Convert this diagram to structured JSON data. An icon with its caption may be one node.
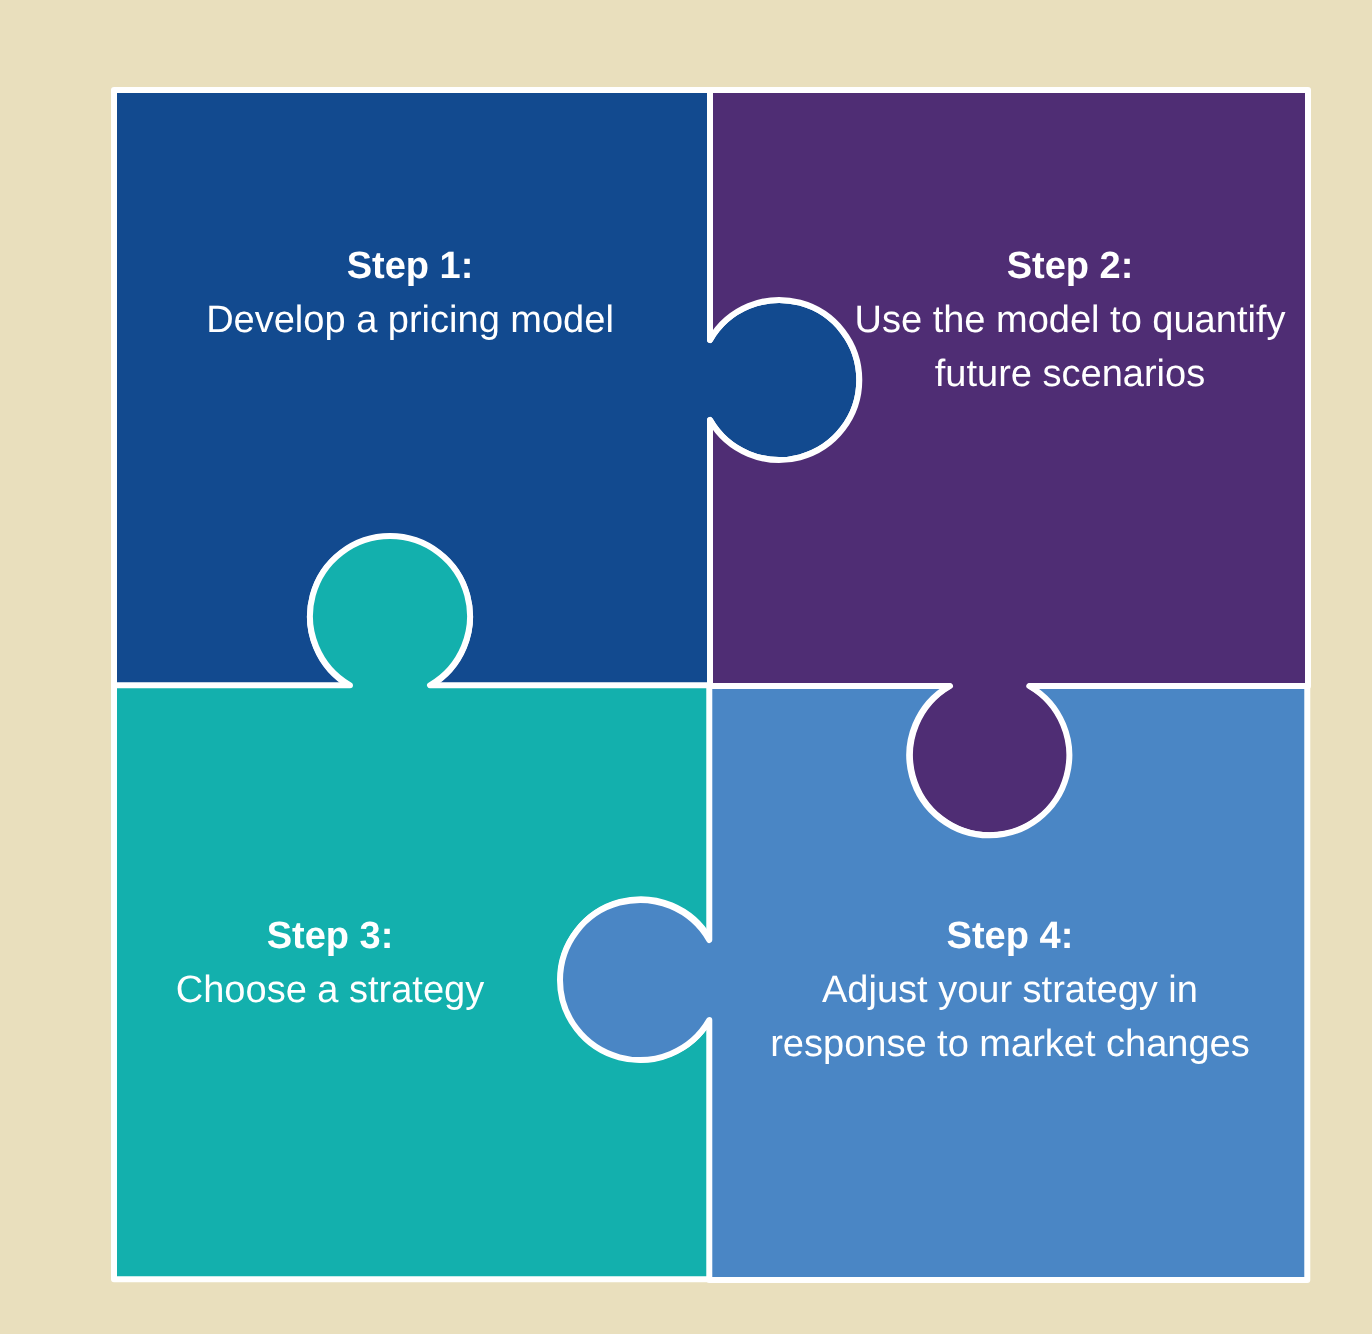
{
  "diagram": {
    "nodes": [
      {
        "text": [
          "Step 1:",
          "Develop a pricing model"
        ]
      },
      {
        "text": [
          "Step 2:",
          "Use the model to quantify future scenarios"
        ]
      },
      {
        "text": [
          "Step 3:",
          "Choose a strategy"
        ]
      },
      {
        "text": [
          "Step 4:",
          "Adjust your strategy in response to market changes"
        ]
      }
    ]
  }
}
